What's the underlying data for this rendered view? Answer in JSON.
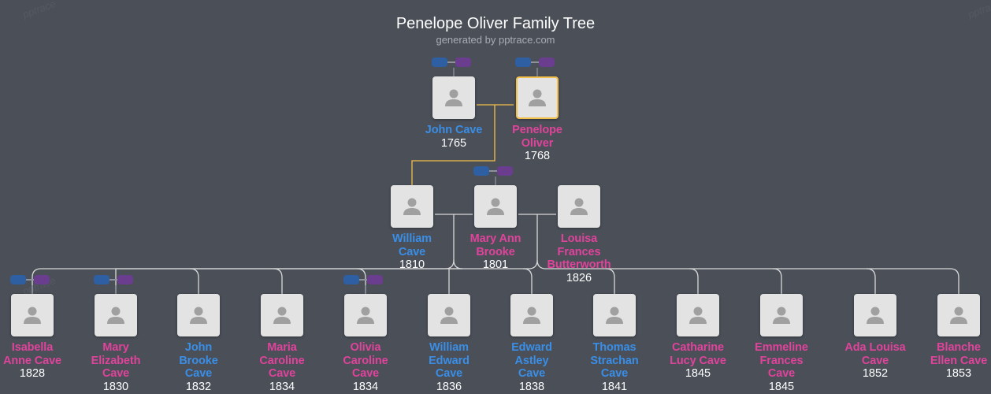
{
  "header": {
    "title": "Penelope Oliver Family Tree",
    "subtitle": "generated by pptrace.com",
    "watermark": "pptrace"
  },
  "colors": {
    "male": "#3a8ee6",
    "female": "#e0439b",
    "selected_border": "#f2bf4a",
    "line": "#d8d8d8",
    "highlight_line": "#f2bf4a"
  },
  "icons": {
    "person": "avatar-silhouette-icon",
    "expander": "expand-ancestors-icon"
  },
  "people": [
    {
      "id": "john",
      "name": "John Cave",
      "gender": "m",
      "year": "1765"
    },
    {
      "id": "penelope",
      "name": "Penelope Oliver",
      "gender": "f",
      "year": "1768",
      "selected": true
    },
    {
      "id": "william",
      "name": "William Cave",
      "gender": "m",
      "year": "1810"
    },
    {
      "id": "maryann",
      "name": "Mary Ann Brooke",
      "gender": "f",
      "year": "1801"
    },
    {
      "id": "louisa",
      "name": "Louisa Frances Butterworth",
      "gender": "f",
      "year": "1826"
    },
    {
      "id": "isabella",
      "name": "Isabella Anne Cave",
      "gender": "f",
      "year": "1828"
    },
    {
      "id": "marye",
      "name": "Mary Elizabeth Cave",
      "gender": "f",
      "year": "1830"
    },
    {
      "id": "johnb",
      "name": "John Brooke Cave",
      "gender": "m",
      "year": "1832"
    },
    {
      "id": "maria",
      "name": "Maria Caroline Cave",
      "gender": "f",
      "year": "1834"
    },
    {
      "id": "olivia",
      "name": "Olivia Caroline Cave",
      "gender": "f",
      "year": "1834"
    },
    {
      "id": "williame",
      "name": "William Edward Cave",
      "gender": "m",
      "year": "1836"
    },
    {
      "id": "edward",
      "name": "Edward Astley Cave",
      "gender": "m",
      "year": "1838"
    },
    {
      "id": "thomas",
      "name": "Thomas Strachan Cave",
      "gender": "m",
      "year": "1841"
    },
    {
      "id": "catharine",
      "name": "Catharine Lucy Cave",
      "gender": "f",
      "year": "1845"
    },
    {
      "id": "emmeline",
      "name": "Emmeline Frances Cave",
      "gender": "f",
      "year": "1845"
    },
    {
      "id": "ada",
      "name": "Ada Louisa Cave",
      "gender": "f",
      "year": "1852"
    },
    {
      "id": "blanche",
      "name": "Blanche Ellen Cave",
      "gender": "f",
      "year": "1853"
    }
  ]
}
